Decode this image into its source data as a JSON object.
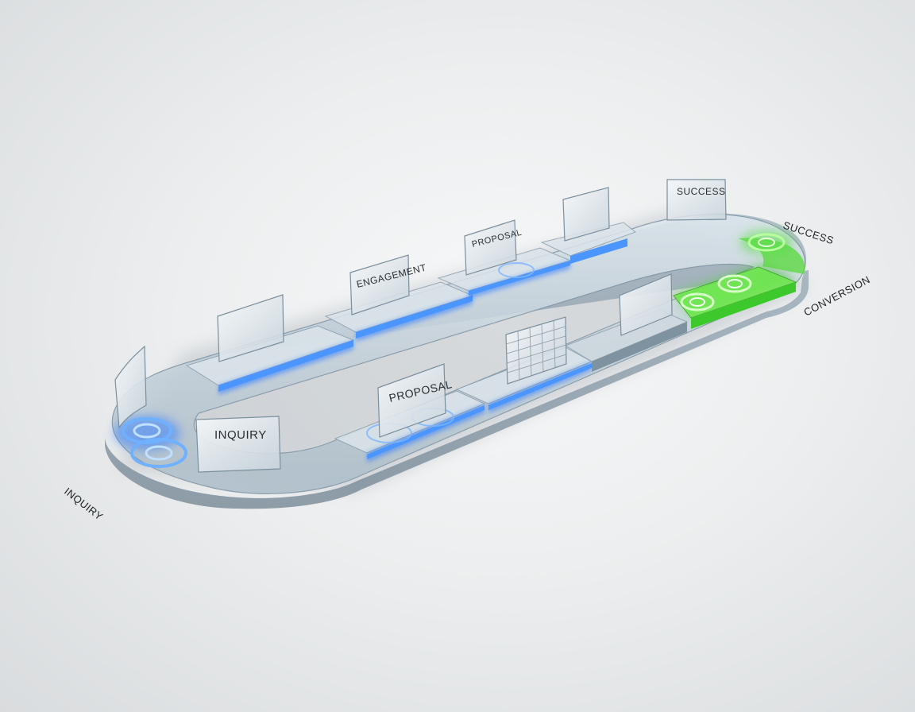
{
  "diagram": {
    "panel_labels": {
      "inquiry": "INQUIRY",
      "engagement": "ENGAGEMENT",
      "proposal_back": "PROPOSAL",
      "success": "SUCCESS",
      "proposal_front": "PROPOSAL"
    },
    "floor_labels": {
      "inquiry": "INQUIRY",
      "success": "SUCCESS",
      "conversion": "CONVERSION"
    },
    "colors": {
      "glass": "#b7c6d2",
      "glass_edge": "#7b8e9b",
      "blue_glow": "#2f7bff",
      "green_glow": "#4fe03a",
      "text": "#2b2f33"
    }
  }
}
